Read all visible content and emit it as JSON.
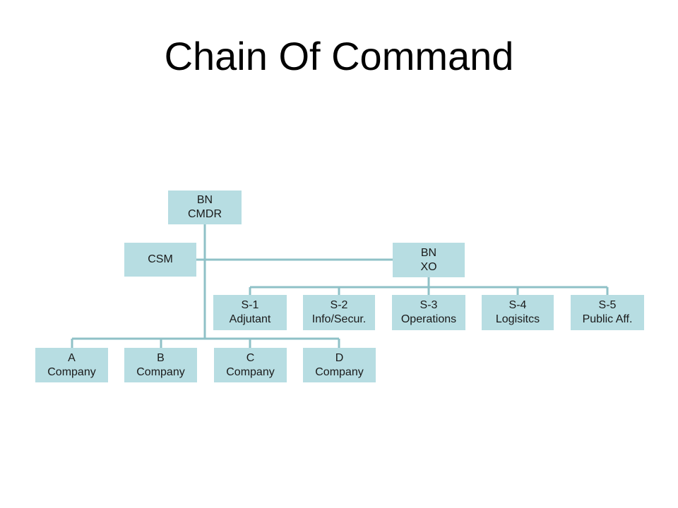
{
  "title": "Chain Of Command",
  "colors": {
    "node_fill": "#b7dde2",
    "connector": "#8fc1c7",
    "text": "#1a1a1a"
  },
  "nodes": {
    "bn_cmdr": [
      "BN",
      "CMDR"
    ],
    "csm": [
      "CSM"
    ],
    "bn_xo": [
      "BN",
      "XO"
    ],
    "s1": [
      "S-1",
      "Adjutant"
    ],
    "s2": [
      "S-2",
      "Info/Secur."
    ],
    "s3": [
      "S-3",
      "Operations"
    ],
    "s4": [
      "S-4",
      "Logisitcs"
    ],
    "s5": [
      "S-5",
      "Public Aff."
    ],
    "a_company": [
      "A",
      "Company"
    ],
    "b_company": [
      "B",
      "Company"
    ],
    "c_company": [
      "C",
      "Company"
    ],
    "d_company": [
      "D",
      "Company"
    ]
  }
}
